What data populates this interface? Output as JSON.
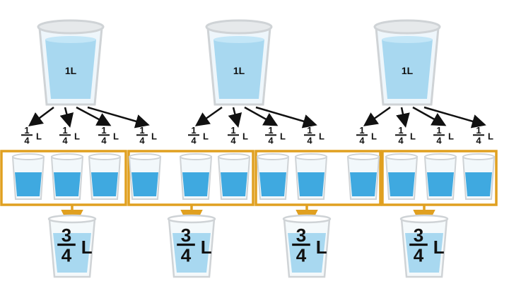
{
  "pitchers": [
    {
      "label": "1L"
    },
    {
      "label": "1L"
    },
    {
      "label": "1L"
    }
  ],
  "quarter_label": {
    "numerator": "1",
    "denominator": "4",
    "unit": "L"
  },
  "result_label": {
    "numerator": "3",
    "denominator": "4",
    "unit": "L"
  },
  "small_cup_count": 12,
  "group_count": 4,
  "cups_per_group": 3,
  "colors": {
    "water_light": "#a8d8f0",
    "water_cup": "#3fa9e0",
    "group_border": "#e0a020",
    "arrow_down": "#e0a020",
    "arrow_fanout": "#111111",
    "glass_rim": "#cfd3d6"
  }
}
